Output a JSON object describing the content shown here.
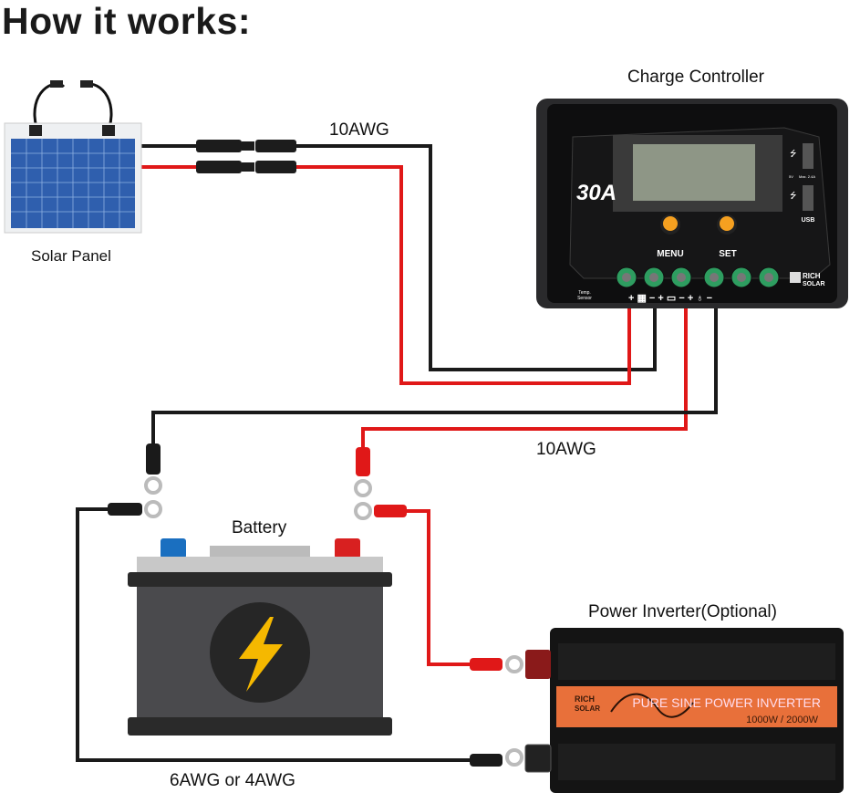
{
  "title": "How it works:",
  "labels": {
    "solar_panel": "Solar Panel",
    "charge_controller": "Charge Controller",
    "battery": "Battery",
    "inverter": "Power Inverter(Optional)",
    "wire_panel": "10AWG",
    "wire_battery": "10AWG",
    "wire_inverter": "6AWG or 4AWG"
  },
  "controller": {
    "rating": "30A",
    "menu": "MENU",
    "set": "SET",
    "usb": "USB",
    "usb_spec_v": "5V",
    "usb_spec_a": "Max. 2.4A",
    "temp_sensor_1": "Temp.",
    "temp_sensor_2": "Sensor",
    "brand_1": "RICH",
    "brand_2": "SOLAR",
    "button_color": "#f5a020"
  },
  "inverter": {
    "brand_1": "RICH",
    "brand_2": "SOLAR",
    "product": "PURE SINE POWER INVERTER",
    "ratings": "1000W / 2000W",
    "label_color": "#e8703a"
  },
  "colors": {
    "wire_positive": "#e01818",
    "wire_negative": "#1a1a1a"
  }
}
